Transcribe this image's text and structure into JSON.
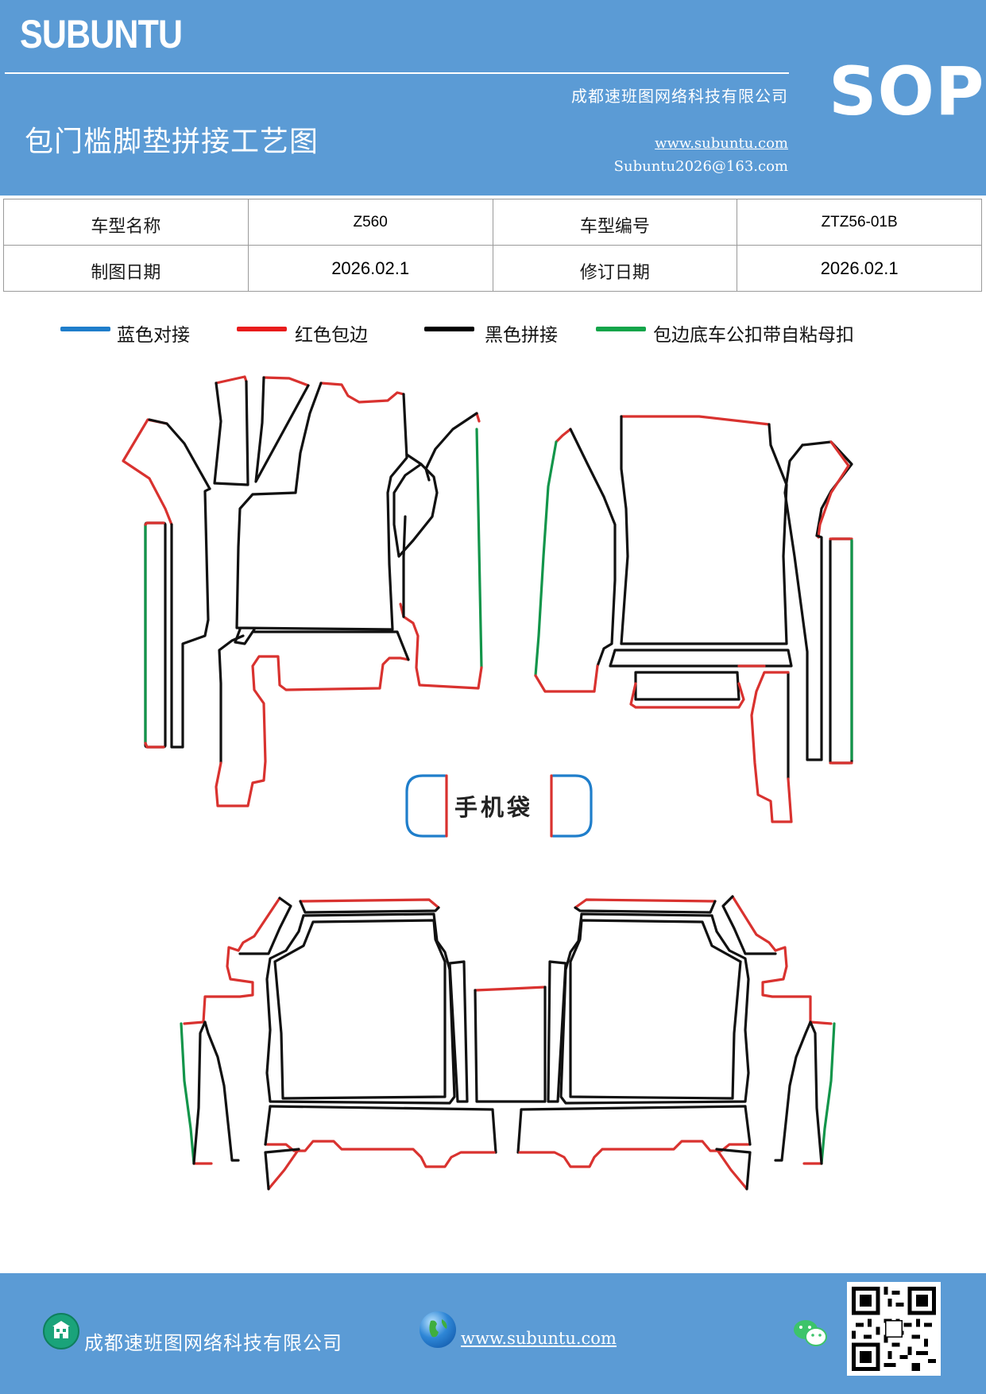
{
  "header": {
    "brand": "SUBUNTU",
    "company": "成都速班图网络科技有限公司",
    "title": "包门槛脚垫拼接工艺图",
    "website": "www.subuntu.com",
    "email": "Subuntu2026@163.com",
    "badge": "SOP",
    "background_color": "#5b9bd5"
  },
  "info": {
    "model_name_label": "车型名称",
    "model_name_value": "Z560",
    "model_code_label": "车型编号",
    "model_code_value": "ZTZ56-01B",
    "drawing_date_label": "制图日期",
    "drawing_date_value": "2026.02.1",
    "revision_date_label": "修订日期",
    "revision_date_value": "2026.02.1"
  },
  "legend": [
    {
      "label": "蓝色对接",
      "color": "#1f7ecb"
    },
    {
      "label": "红色包边",
      "color": "#e81c1c"
    },
    {
      "label": "黑色拼接",
      "color": "#000000"
    },
    {
      "label": "包边底车公扣带自粘母扣",
      "color": "#12a54a"
    }
  ],
  "diagram": {
    "pouch_label": "手机袋"
  },
  "footer": {
    "company": "成都速班图网络科技有限公司",
    "website": "www.subuntu.com",
    "icons": [
      "building-icon",
      "globe-icon",
      "wechat-icon",
      "qr-code"
    ]
  }
}
